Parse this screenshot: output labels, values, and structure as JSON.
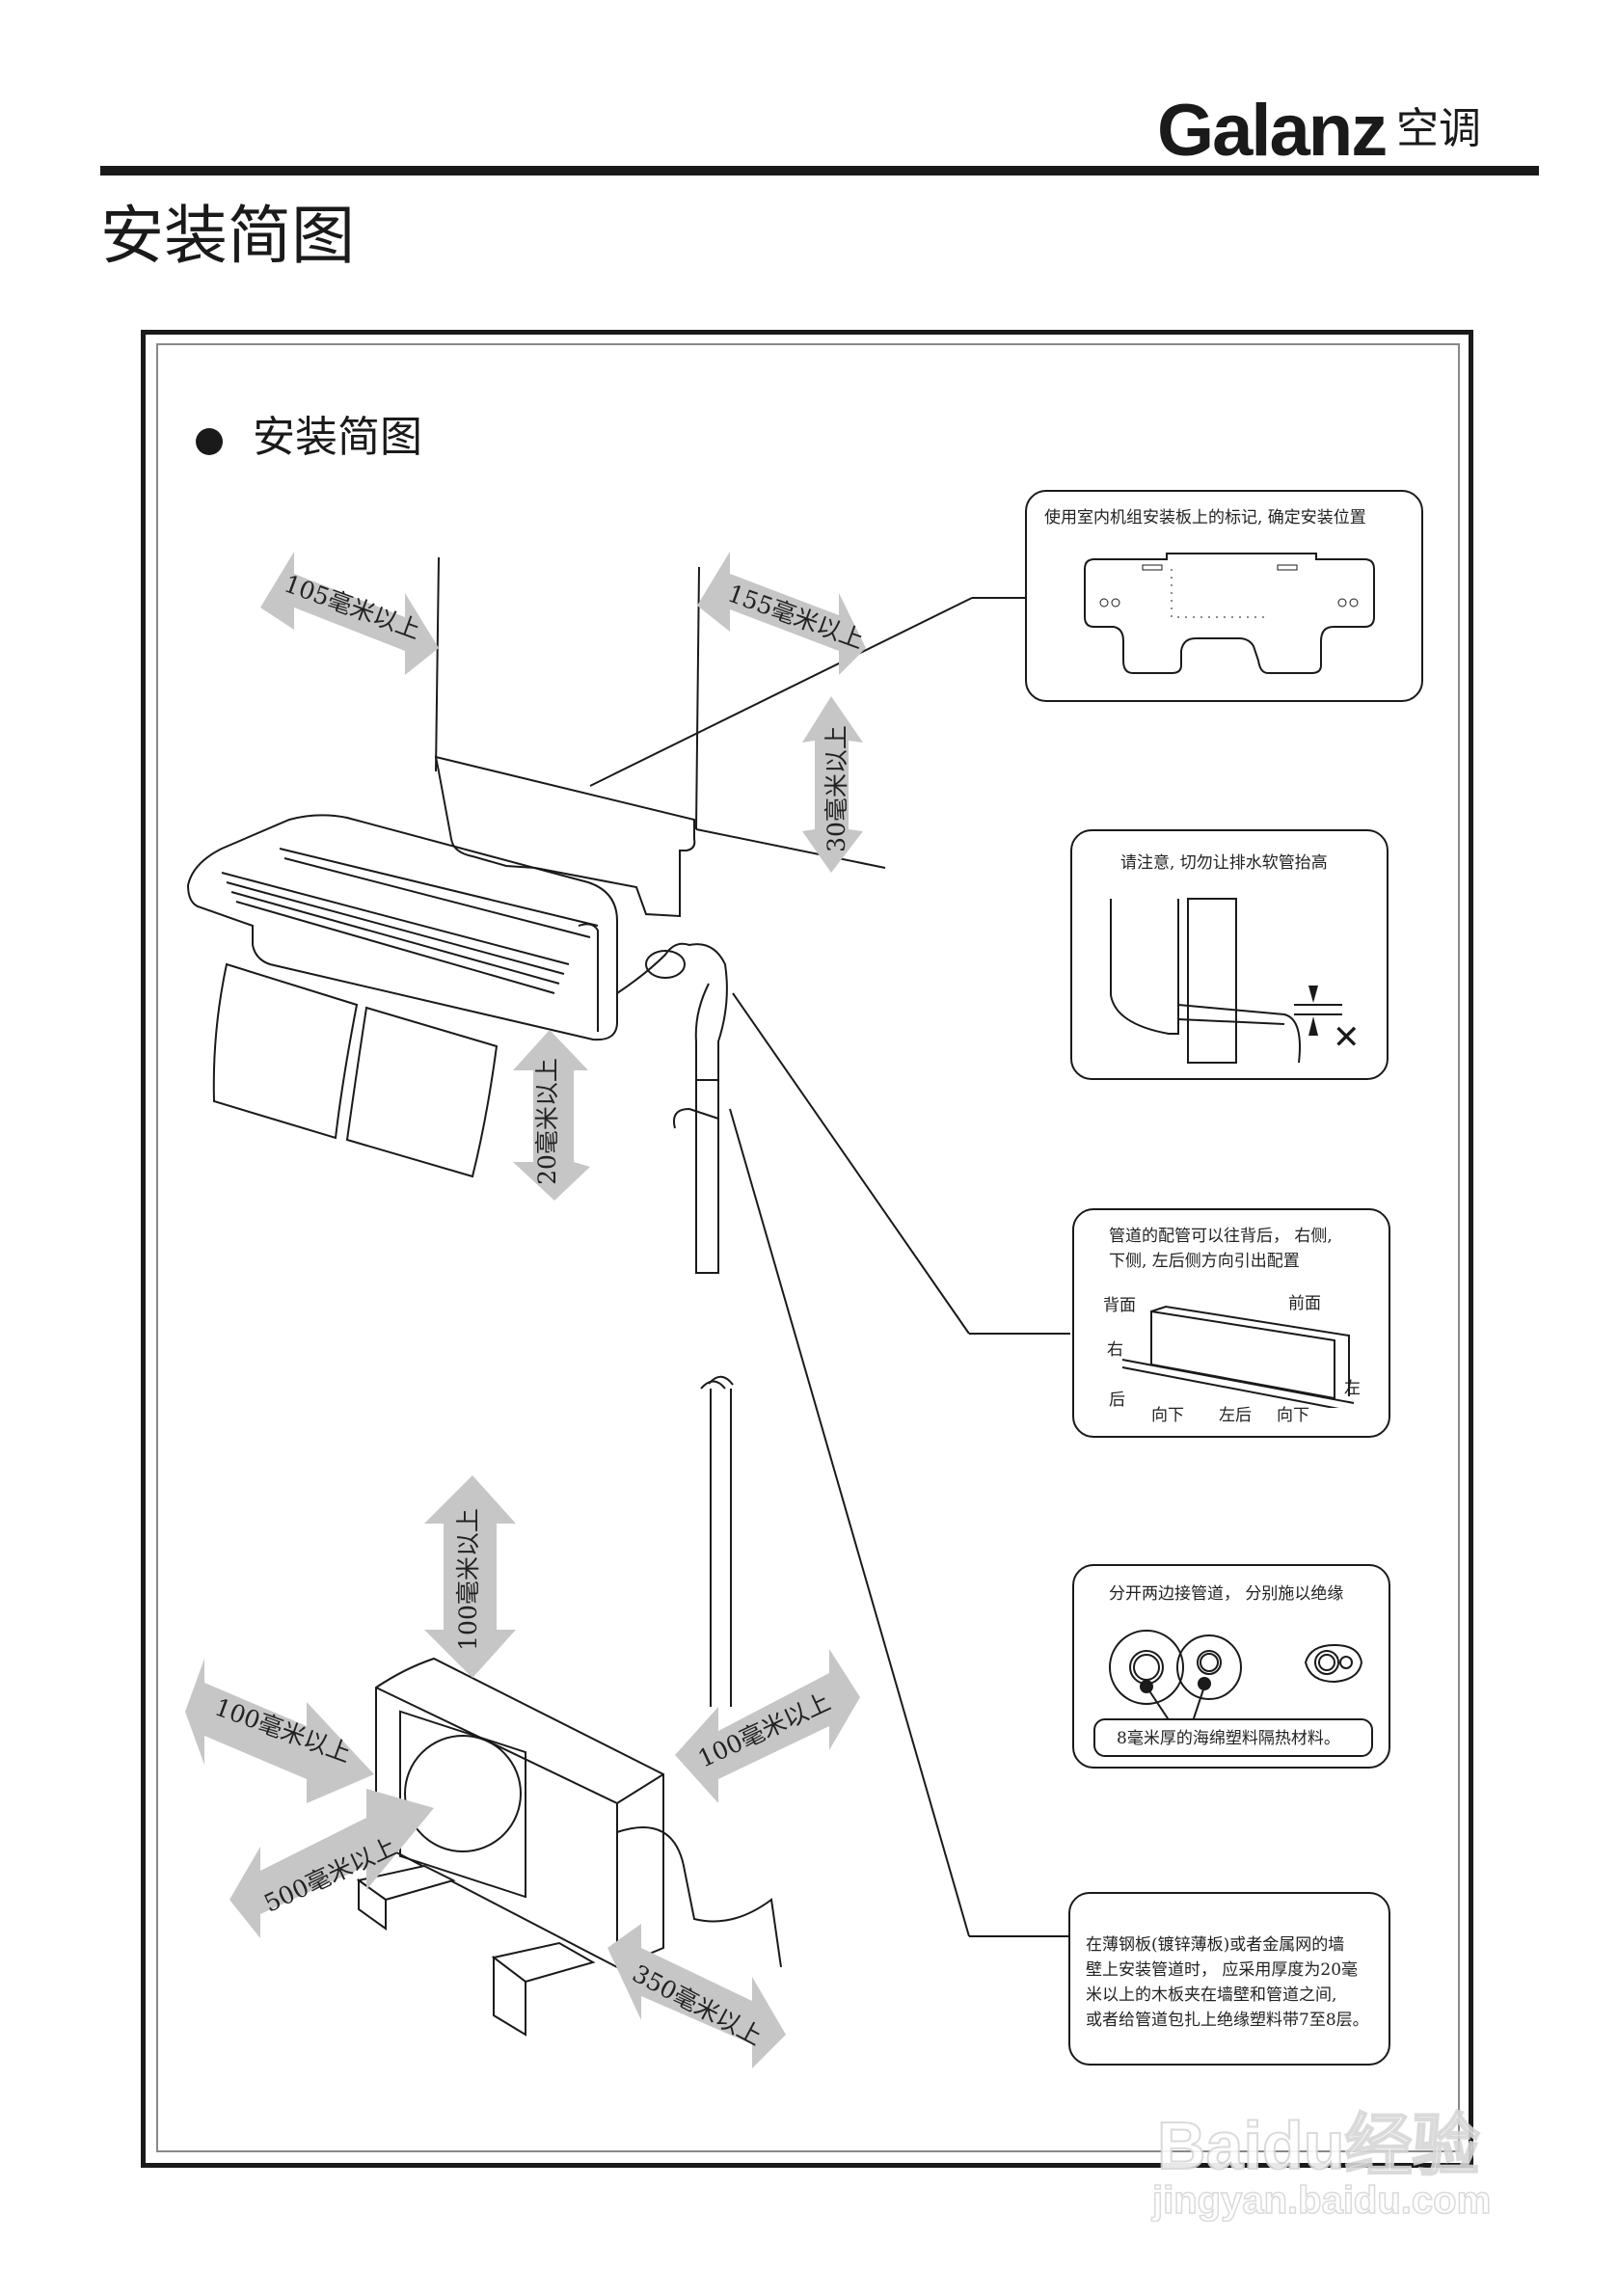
{
  "header": {
    "brand": "Galanz",
    "brand_suffix": "空调",
    "page_title": "安装简图"
  },
  "section": {
    "title": "安装简图"
  },
  "clearances": {
    "indoor_left": "105毫米以上",
    "indoor_right": "155毫米以上",
    "indoor_top": "30毫米以上",
    "indoor_bottom": "20毫米以上",
    "outdoor_top": "100毫米以上",
    "outdoor_left": "100毫米以上",
    "outdoor_right": "100毫米以上",
    "outdoor_front": "500毫米以上",
    "outdoor_side": "350毫米以上"
  },
  "callouts": [
    {
      "text": "使用室内机组安装板上的标记, 确定安装位置"
    },
    {
      "text": "请注意, 切勿让排水软管抬高"
    },
    {
      "text_lines": [
        "管道的配管可以往背后， 右侧,",
        "下侧, 左后侧方向引出配置"
      ],
      "labels": {
        "back": "背面",
        "front": "前面",
        "right": "右",
        "left": "左",
        "rear": "后",
        "down1": "向下",
        "left_rear": "左后",
        "down2": "向下"
      }
    },
    {
      "text": "分开两边接管道， 分别施以绝缘",
      "sub_label": "8毫米厚的海绵塑料隔热材料。"
    },
    {
      "text_lines": [
        "在薄钢板(镀锌薄板)或者金属网的墙",
        "壁上安装管道时， 应采用厚度为20毫",
        "米以上的木板夹在墙壁和管道之间,",
        "或者给管道包扎上绝缘塑料带7至8层。"
      ]
    }
  ],
  "watermark": {
    "logo": "Baidu经验",
    "url": "jingyan.baidu.com"
  }
}
